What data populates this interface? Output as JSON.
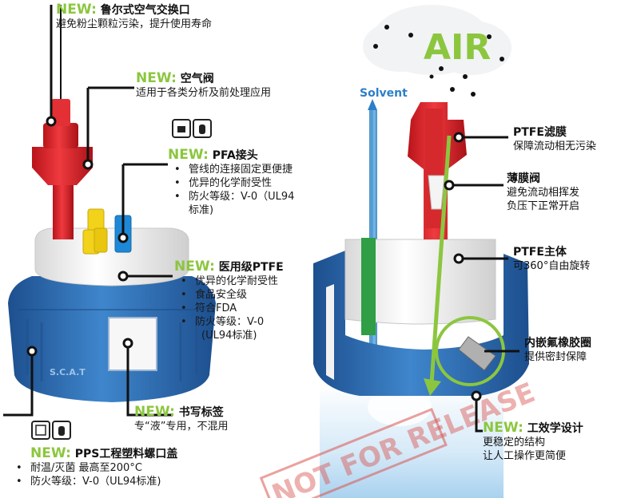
{
  "callouts": {
    "air_interface": {
      "new": "NEW:",
      "title": "鲁尔式空气交换口",
      "desc": "避免粉尘颗粒污染，提升使用寿命"
    },
    "air_valve": {
      "new": "NEW:",
      "title": "空气阀",
      "desc": "适用于各类分析及前处理应用"
    },
    "pfa_connector": {
      "new": "NEW:",
      "title": "PFA接头",
      "bullets": [
        "管线的连接固定更便捷",
        "优异的化学耐受性",
        "防火等级：V-0（UL94",
        "标准)"
      ]
    },
    "medical_ptfe": {
      "new": "NEW:",
      "title": "医用级PTFE",
      "bullets": [
        "优异的化学耐受性",
        "食品安全级",
        "符合FDA",
        "防火等级：V-0",
        "(UL94标准)"
      ]
    },
    "label": {
      "new": "NEW:",
      "title": "书写标签",
      "desc": "专“液”专用，不混用"
    },
    "pps_cap": {
      "new": "NEW:",
      "title": "PPS工程塑料螺口盖",
      "bullets": [
        "耐温/灭菌  最高至200°C",
        "防火等级：V-0（UL94标准)"
      ]
    },
    "ptfe_filter": {
      "title": "PTFE滤膜",
      "desc": "保障流动相无污染"
    },
    "membrane_valve": {
      "title": "薄膜阀",
      "desc1": "避免流动相挥发",
      "desc2": "负压下正常开启"
    },
    "ptfe_body": {
      "title": "PTFE主体",
      "desc": "可360°自由旋转"
    },
    "oring": {
      "title": "内嵌氟橡胶圈",
      "desc": "提供密封保障"
    },
    "ergonomic": {
      "new": "NEW:",
      "title": "工效学设计",
      "desc1": "更稳定的结构",
      "desc2": "让人工操作更简便"
    }
  },
  "diagram": {
    "air_label": "AIR",
    "solvent_label": "Solvent",
    "cap_brand": "S.C.A.T",
    "watermark": "NOT FOR RELEASE"
  },
  "colors": {
    "new_green": "#8cc63f",
    "cap_blue": "#2f6fb3",
    "port_red": "#e0262b",
    "ptfe_white": "#f4f4f4",
    "yellow": "#f2d21a",
    "blue_port": "#1e88d8",
    "arrow_green": "#8cc63f",
    "solvent_blue": "#2c7fc8"
  }
}
